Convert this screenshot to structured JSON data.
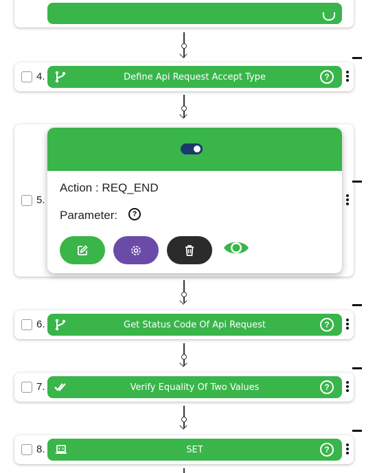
{
  "colors": {
    "accent_green": "#39b54a",
    "toggle_blue": "#1a3a6c",
    "edit": "#39b54a",
    "settings": "#6a4ca8",
    "delete": "#2b2b2b"
  },
  "steps": [
    {
      "number": "4.",
      "title": "Define Api Request Accept Type",
      "icon": "branch-icon"
    },
    {
      "number": "5.",
      "action_label": "Action : REQ_END",
      "parameter_label": "Parameter:"
    },
    {
      "number": "6.",
      "title": "Get Status Code Of Api Request",
      "icon": "branch-icon"
    },
    {
      "number": "7.",
      "title": "Verify Equality Of Two Values",
      "icon": "double-check-icon"
    },
    {
      "number": "8.",
      "title": "SET",
      "icon": "laptop-icon"
    }
  ],
  "help_glyph": "?"
}
